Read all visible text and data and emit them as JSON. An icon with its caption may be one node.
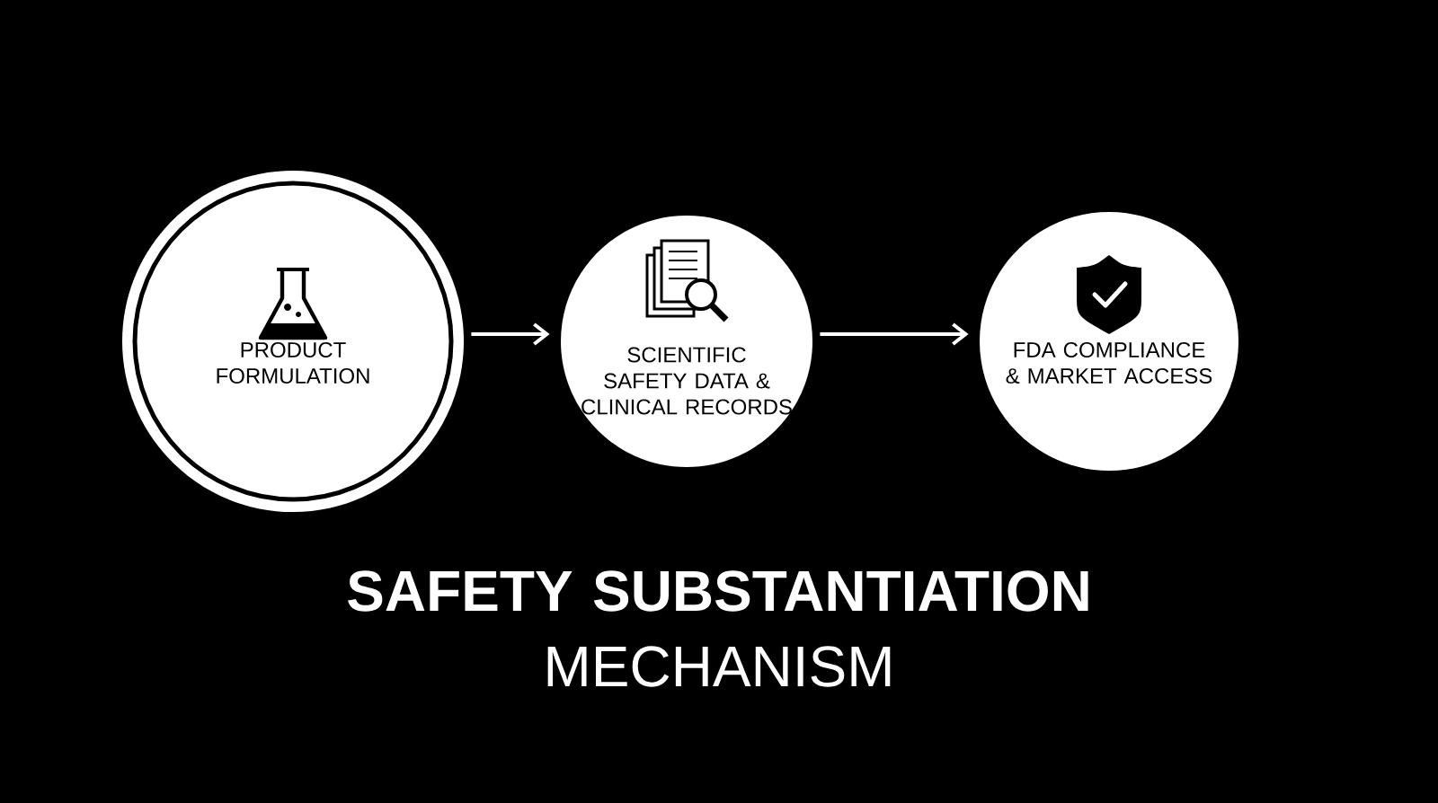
{
  "diagram": {
    "title": "**SAFETY SUBSTANTIATION** MECHANISM",
    "nodes": [
      {
        "text": [
          "PRODUCT FORMULATION"
        ]
      },
      {
        "text": [
          "SCIENTIFIC SAFETY DATA & CLINICAL RECORDS"
        ]
      },
      {
        "text": [
          "FDA COMPLIANCE & MARKET ACCESS"
        ]
      }
    ],
    "edges": [
      {
        "from": 0,
        "to": 1,
        "arrow": "to"
      },
      {
        "from": 1,
        "to": 2,
        "arrow": "to"
      }
    ]
  }
}
